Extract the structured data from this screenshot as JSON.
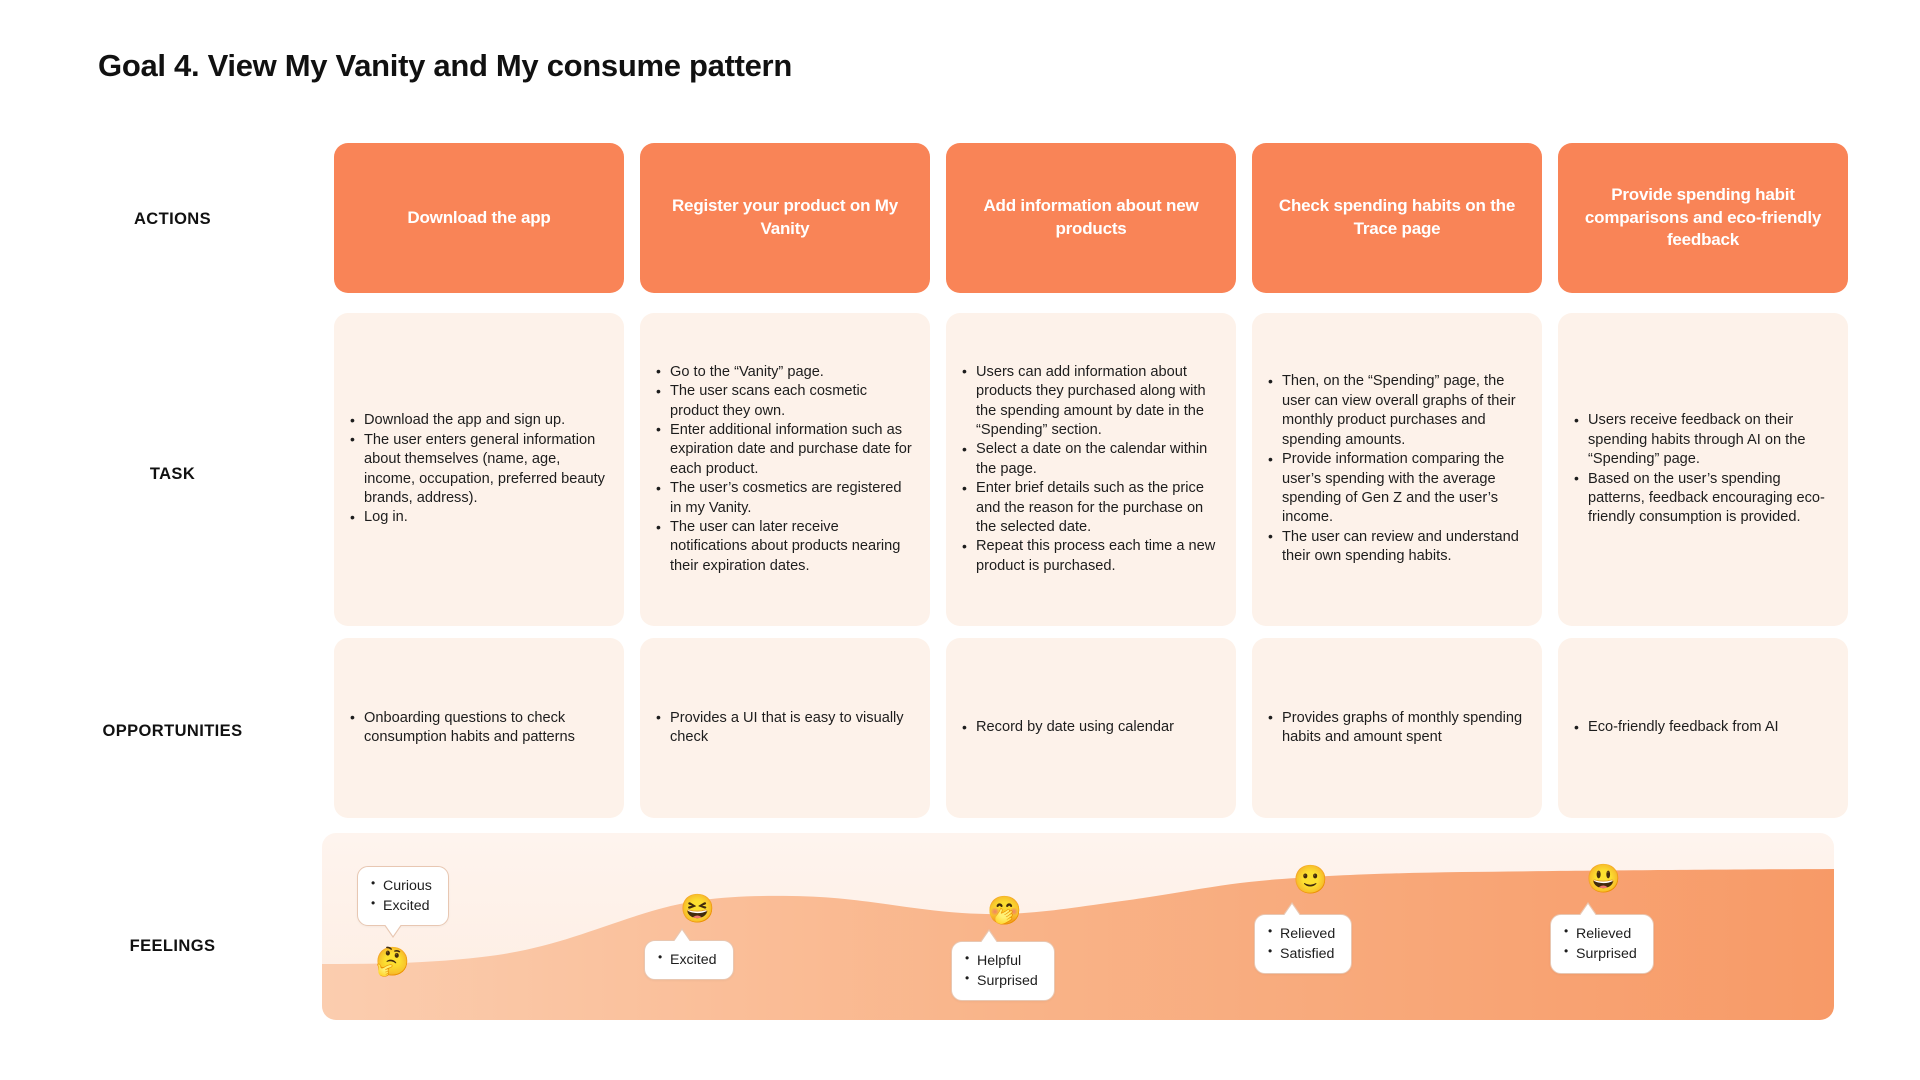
{
  "title": "Goal 4. View My Vanity and My consume pattern",
  "colors": {
    "accent_orange": "#F98457",
    "card_cream": "#FDF2EA",
    "band_light": "#FEF4EE",
    "curve_fill": "#F9A476",
    "bubble_border": "#E8C7B2",
    "text_dark": "#1d1d1d"
  },
  "rows": {
    "actions_label": "ACTIONS",
    "task_label": "TASK",
    "opportunities_label": "OPPORTUNITIES",
    "feelings_label": "FEELINGS"
  },
  "actions": [
    {
      "label": "Download the app"
    },
    {
      "label": "Register your product on My Vanity"
    },
    {
      "label": "Add information about new products"
    },
    {
      "label": "Check spending habits on the Trace page"
    },
    {
      "label": "Provide spending habit comparisons and eco-friendly feedback"
    }
  ],
  "tasks": [
    {
      "items": [
        "Download the app and sign up.",
        "The user enters general information about themselves (name, age, income, occupation, preferred beauty brands, address).",
        "Log in."
      ]
    },
    {
      "items": [
        "Go to the “Vanity” page.",
        "The user scans each cosmetic product they own.",
        "Enter additional information such as expiration date and purchase date for each product.",
        "The user’s cosmetics are registered in my Vanity.",
        "The user can later receive notifications about products nearing their expiration dates."
      ]
    },
    {
      "items": [
        "Users can add information about products they purchased along with the spending amount by date in the “Spending” section.",
        "Select a date on the calendar within the page.",
        "Enter brief details such as the price and the reason for the purchase on the selected date.",
        "Repeat this process each time a new product is purchased."
      ]
    },
    {
      "items": [
        "Then, on the “Spending” page, the user can view overall graphs of their monthly product purchases and spending amounts.",
        "Provide information comparing the user’s spending with the average spending of Gen Z and the user’s income.",
        "The user can review and understand their own spending habits."
      ]
    },
    {
      "items": [
        "Users receive feedback on their spending habits through AI on the “Spending” page.",
        "Based on the user’s spending patterns, feedback encouraging eco-friendly consumption is provided."
      ]
    }
  ],
  "opportunities": [
    {
      "items": [
        "Onboarding questions to check consumption habits and patterns"
      ]
    },
    {
      "items": [
        "Provides a UI that is easy to visually check"
      ]
    },
    {
      "items": [
        "Record by date using calendar"
      ]
    },
    {
      "items": [
        "Provides graphs of monthly spending habits and amount spent"
      ]
    },
    {
      "items": [
        "Eco-friendly feedback from AI"
      ]
    }
  ],
  "feelings": [
    {
      "emoji": "🤔",
      "emoji_name": "thinking-face-emoji",
      "items": [
        "Curious",
        "Excited"
      ]
    },
    {
      "emoji": "😆",
      "emoji_name": "grinning-squinting-face-emoji",
      "items": [
        "Excited"
      ]
    },
    {
      "emoji": "🤭",
      "emoji_name": "face-with-hand-over-mouth-emoji",
      "items": [
        "Helpful",
        "Surprised"
      ]
    },
    {
      "emoji": "🙂",
      "emoji_name": "slightly-smiling-face-emoji",
      "items": [
        "Relieved",
        "Satisfied"
      ]
    },
    {
      "emoji": "😃",
      "emoji_name": "grinning-face-big-eyes-emoji",
      "items": [
        "Relieved",
        "Surprised"
      ]
    }
  ],
  "chart_data": {
    "type": "area",
    "title": "Emotion curve",
    "categories": [
      "Download the app",
      "Register your product on My Vanity",
      "Add information about new products",
      "Check spending habits on the Trace page",
      "Provide spending habit comparisons and eco-friendly feedback"
    ],
    "values": [
      1,
      3,
      2.6,
      4,
      4.2
    ],
    "xlabel": "",
    "ylabel": "",
    "ylim": [
      0,
      5
    ],
    "grid": false,
    "legend": "none"
  }
}
